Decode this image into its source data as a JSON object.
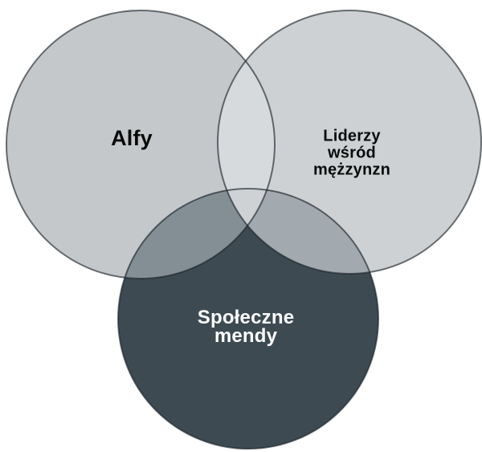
{
  "diagram": {
    "type": "venn-diagram",
    "background": "#ffffff",
    "stroke_color": "rgba(25,32,38,0.62)",
    "circles": {
      "alfy": {
        "label": "Alfy",
        "fill": "#c4c8cb",
        "text_color": "#0a0a0a"
      },
      "liderzy": {
        "label": "Liderzy\nwśród\nmężzynzn",
        "fill": "#cdd1d3",
        "text_color": "#0a0a0a"
      },
      "spoleczne": {
        "label": "Społeczne\nmendy",
        "fill": "#3d4a52",
        "text_color": "#fefefe"
      }
    },
    "overlaps": {
      "alfy_liderzy": "#d7dadc",
      "alfy_spoleczne": "#848e95",
      "liderzy_spoleczne": "#a2a9af",
      "all_three": "#ced2d5"
    }
  }
}
